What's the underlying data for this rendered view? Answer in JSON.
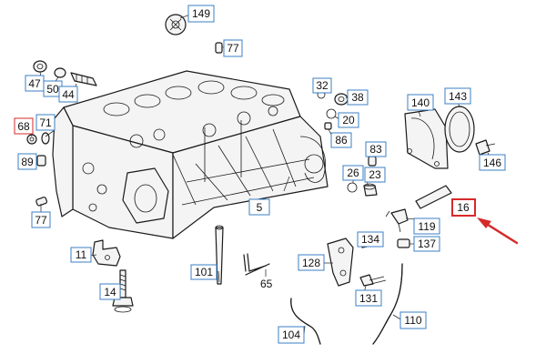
{
  "colors": {
    "label_border": "#3b7fc4",
    "highlight": "#d62a2a",
    "line": "#1a1a1a"
  },
  "labels": {
    "p149": "149",
    "p77a": "77",
    "p47": "47",
    "p50": "50",
    "p44": "44",
    "p68": "68",
    "p71": "71",
    "p89": "89",
    "p77b": "77",
    "p32": "32",
    "p38": "38",
    "p20": "20",
    "p86": "86",
    "p140": "140",
    "p143": "143",
    "p146": "146",
    "p83": "83",
    "p26": "26",
    "p23": "23",
    "p5": "5",
    "p16": "16",
    "p119": "119",
    "p134": "134",
    "p137": "137",
    "p11": "11",
    "p101": "101",
    "p65": "65",
    "p128": "128",
    "p14": "14",
    "p131": "131",
    "p110": "110",
    "p104": "104"
  }
}
